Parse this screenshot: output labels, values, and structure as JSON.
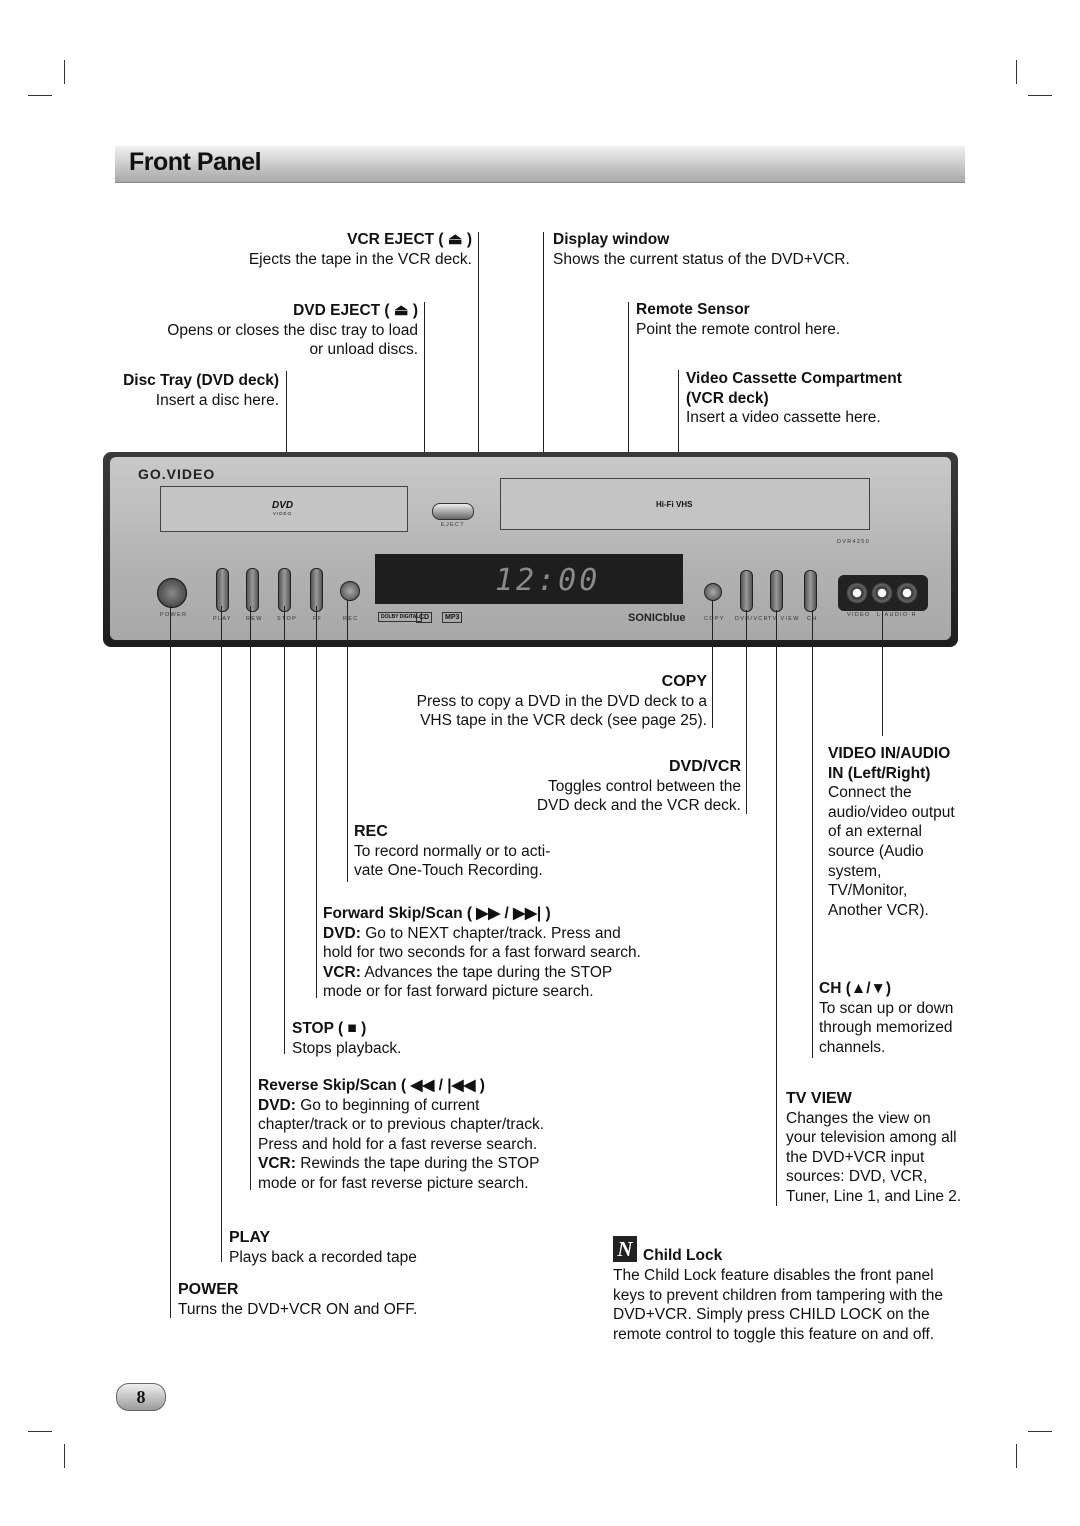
{
  "page_title": "Front Panel",
  "labels": {
    "vcr_eject": {
      "title": "VCR EJECT ( ⏏ )",
      "desc": "Ejects the tape in the VCR deck."
    },
    "dvd_eject": {
      "title": "DVD EJECT ( ⏏ )",
      "desc1": "Opens or closes the disc tray to load",
      "desc2": "or unload discs."
    },
    "disc_tray": {
      "title": "Disc Tray (DVD deck)",
      "desc": "Insert a disc here."
    },
    "display_window": {
      "title": "Display window",
      "desc": "Shows the current status of the DVD+VCR."
    },
    "remote_sensor": {
      "title": "Remote Sensor",
      "desc": "Point the remote control here."
    },
    "cassette": {
      "title1": "Video Cassette Compartment",
      "title2": "(VCR deck)",
      "desc": "Insert a video cassette here."
    },
    "copy": {
      "title": "COPY",
      "desc1": "Press to copy a DVD in the DVD deck to a",
      "desc2": "VHS tape in the VCR deck (see page 25)."
    },
    "dvd_vcr": {
      "title": "DVD/VCR",
      "desc1": "Toggles control between the",
      "desc2": "DVD deck and the VCR deck."
    },
    "rec": {
      "title": "REC",
      "desc1": "To record normally or to acti-",
      "desc2": "vate One-Touch Recording."
    },
    "forward": {
      "title": "Forward Skip/Scan ( ▶▶ / ▶▶| )",
      "dvd_label": "DVD:",
      "dvd_desc1": " Go to NEXT chapter/track. Press and",
      "dvd_desc2": "hold for two seconds for a fast forward search.",
      "vcr_label": "VCR:",
      "vcr_desc1": " Advances the tape during the STOP",
      "vcr_desc2": "mode or for fast forward picture search."
    },
    "stop": {
      "title": "STOP ( ■ )",
      "desc": "Stops playback."
    },
    "reverse": {
      "title": "Reverse Skip/Scan ( ◀◀ / |◀◀ )",
      "dvd_label": "DVD:",
      "dvd_desc1": " Go to beginning of current",
      "dvd_desc2": "chapter/track or to previous chapter/track.",
      "dvd_desc3": "Press and hold for a fast reverse search.",
      "vcr_label": "VCR:",
      "vcr_desc1": " Rewinds the tape during the STOP",
      "vcr_desc2": "mode or for fast reverse picture search."
    },
    "play": {
      "title": "PLAY",
      "desc": "Plays back a recorded tape"
    },
    "power": {
      "title": "POWER",
      "desc": "Turns the DVD+VCR ON and OFF."
    },
    "video_in": {
      "title1": "VIDEO IN/AUDIO",
      "title2": "IN (Left/Right)",
      "lines": [
        "Connect the",
        "audio/video output",
        "of an external",
        "source (Audio",
        "system,",
        "TV/Monitor,",
        "Another VCR)."
      ]
    },
    "ch": {
      "title": "CH (▲/▼)",
      "lines": [
        "To scan up or down",
        "through memorized",
        "channels."
      ]
    },
    "tv_view": {
      "title": "TV VIEW",
      "lines": [
        "Changes the view on",
        "your television among all",
        "the DVD+VCR input",
        "sources: DVD, VCR,",
        "Tuner, Line 1, and Line 2."
      ]
    },
    "child_lock": {
      "icon": "N",
      "title": "Child Lock",
      "lines": [
        "The Child Lock feature disables the front panel",
        "keys to prevent children from tampering with the",
        "DVD+VCR. Simply press CHILD LOCK on the",
        "remote control to toggle this feature on and off."
      ]
    }
  },
  "device": {
    "brand": "GO.VIDEO",
    "display_time": "12:00",
    "dvd_logo": "DVD",
    "dvd_logo_sub": "VIDEO",
    "eject_label": "EJECT",
    "hifi": "Hi-Fi VHS",
    "model": "DVR4250",
    "sonic": "SONICblue",
    "button_labels": [
      "POWER",
      "PLAY",
      "REW",
      "STOP",
      "FF",
      "REC",
      "COPY",
      "DVD/VCR",
      "TV VIEW",
      "CH",
      "VIDEO",
      "L-AUDIO-R"
    ],
    "logo_badges": [
      "DOLBY DIGITAL",
      "CD",
      "MP3"
    ]
  },
  "page_number": "8"
}
